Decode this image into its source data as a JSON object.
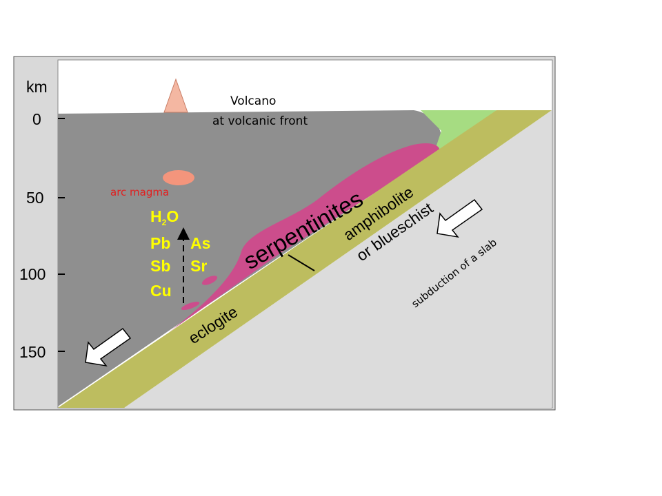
{
  "axis": {
    "unit": "km",
    "ticks": [
      "0",
      "50",
      "100",
      "150"
    ]
  },
  "labels": {
    "volcano_line1": "Volcano",
    "volcano_line2": "at volcanic front",
    "arc_magma": "arc magma",
    "serpentinites": "serpentinites",
    "amphibolite_line1": "amphibolite",
    "amphibolite_line2": "or blueschist",
    "eclogite": "eclogite",
    "subduction": "subduction of a slab"
  },
  "elements": {
    "h2o_main": "H",
    "h2o_sub": "2",
    "h2o_end": "O",
    "pb": "Pb",
    "as": "As",
    "sb": "Sb",
    "sr": "Sr",
    "cu": "Cu"
  },
  "colors": {
    "mantle_wedge": "#8f8f8f",
    "serpentinite": "#cc4d8c",
    "slab_crust": "#bdbd5f",
    "slab_body": "#dcdcdc",
    "forearc_crust": "#a6dc82",
    "volcano": "#f4b7a2",
    "arc_magma": "#f4957c",
    "element_text": "#ffff00",
    "arc_magma_text": "#e02020"
  }
}
